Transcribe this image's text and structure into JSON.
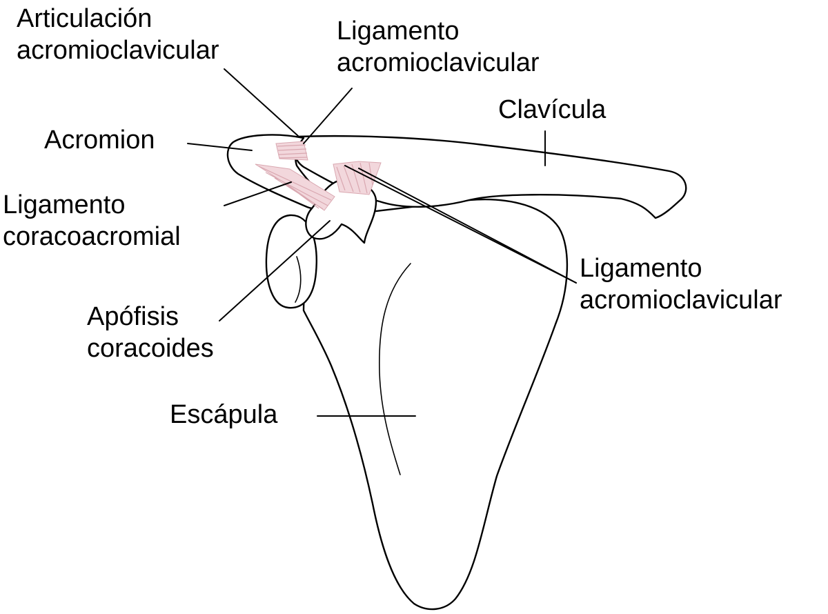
{
  "labels": {
    "articulacion_ac": {
      "line1": "Articulación",
      "line2": "acromioclavicular"
    },
    "ligamento_ac_top": {
      "line1": "Ligamento",
      "line2": "acromioclavicular"
    },
    "clavicula": "Clavícula",
    "acromion": "Acromion",
    "ligamento_coracoacromial": {
      "line1": "Ligamento",
      "line2": "coracoacromial"
    },
    "ligamento_ac_right": {
      "line1": "Ligamento",
      "line2": "acromioclavicular"
    },
    "apofisis_coracoides": {
      "line1": "Apófisis",
      "line2": "coracoides"
    },
    "escapula": "Escápula"
  },
  "colors": {
    "outline": "#000000",
    "ligament": "#d9a7b0",
    "background": "#ffffff"
  }
}
